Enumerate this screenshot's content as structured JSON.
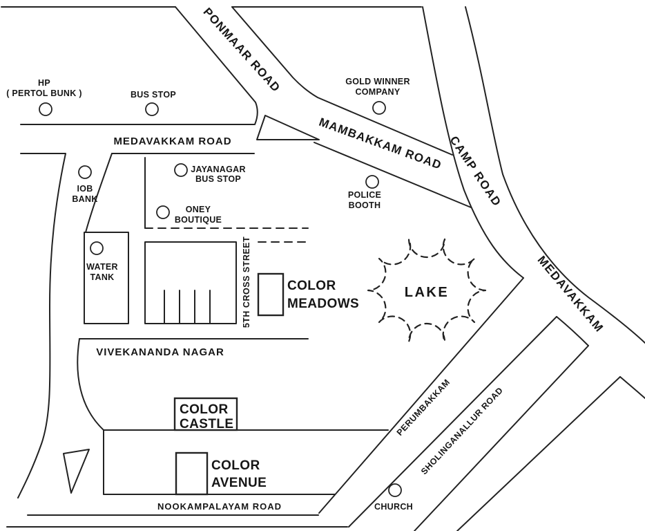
{
  "page": {
    "type": "hand-drawn location sketch map",
    "colors": {
      "ink": "#222222",
      "background": "#ffffff"
    }
  },
  "roads": {
    "ponmaar": "PONMAAR ROAD",
    "mambakkam": "MAMBAKKAM ROAD",
    "camp": "CAMP ROAD",
    "medavakkam_direction": "MEDAVAKKAM",
    "medavakkam_road": "MEDAVAKKAM ROAD",
    "fifth_cross_street": "5TH CROSS STREET",
    "vivekananda_nagar": "VIVEKANANDA NAGAR",
    "nookampalayam": "NOOKAMPALAYAM  ROAD",
    "perumbakkam": "PERUMBAKKAM",
    "sholinganallur": "SHOLINGANALLUR  ROAD"
  },
  "landmarks": {
    "hp_petrol_bunk": {
      "line1": "HP",
      "line2": "( PERTOL BUNK )"
    },
    "bus_stop": {
      "label": "BUS STOP"
    },
    "gold_winner_company": {
      "line1": "GOLD WINNER",
      "line2": "COMPANY"
    },
    "jayanagar_bus_stop": {
      "line1": "JAYANAGAR",
      "line2": "BUS STOP"
    },
    "iob_bank": {
      "line1": "IOB",
      "line2": "BANK"
    },
    "oney_boutique": {
      "line1": "ONEY",
      "line2": "BOUTIQUE"
    },
    "police_booth": {
      "line1": "POLICE",
      "line2": "BOOTH"
    },
    "water_tank": {
      "line1": "WATER",
      "line2": "TANK"
    },
    "church": {
      "label": "CHURCH"
    },
    "lake": {
      "label": "LAKE"
    }
  },
  "properties": {
    "color_meadows": {
      "line1": "COLOR",
      "line2": "MEADOWS"
    },
    "color_castle": {
      "line1": "COLOR",
      "line2": "CASTLE"
    },
    "color_avenue": {
      "line1": "COLOR",
      "line2": "AVENUE"
    }
  }
}
